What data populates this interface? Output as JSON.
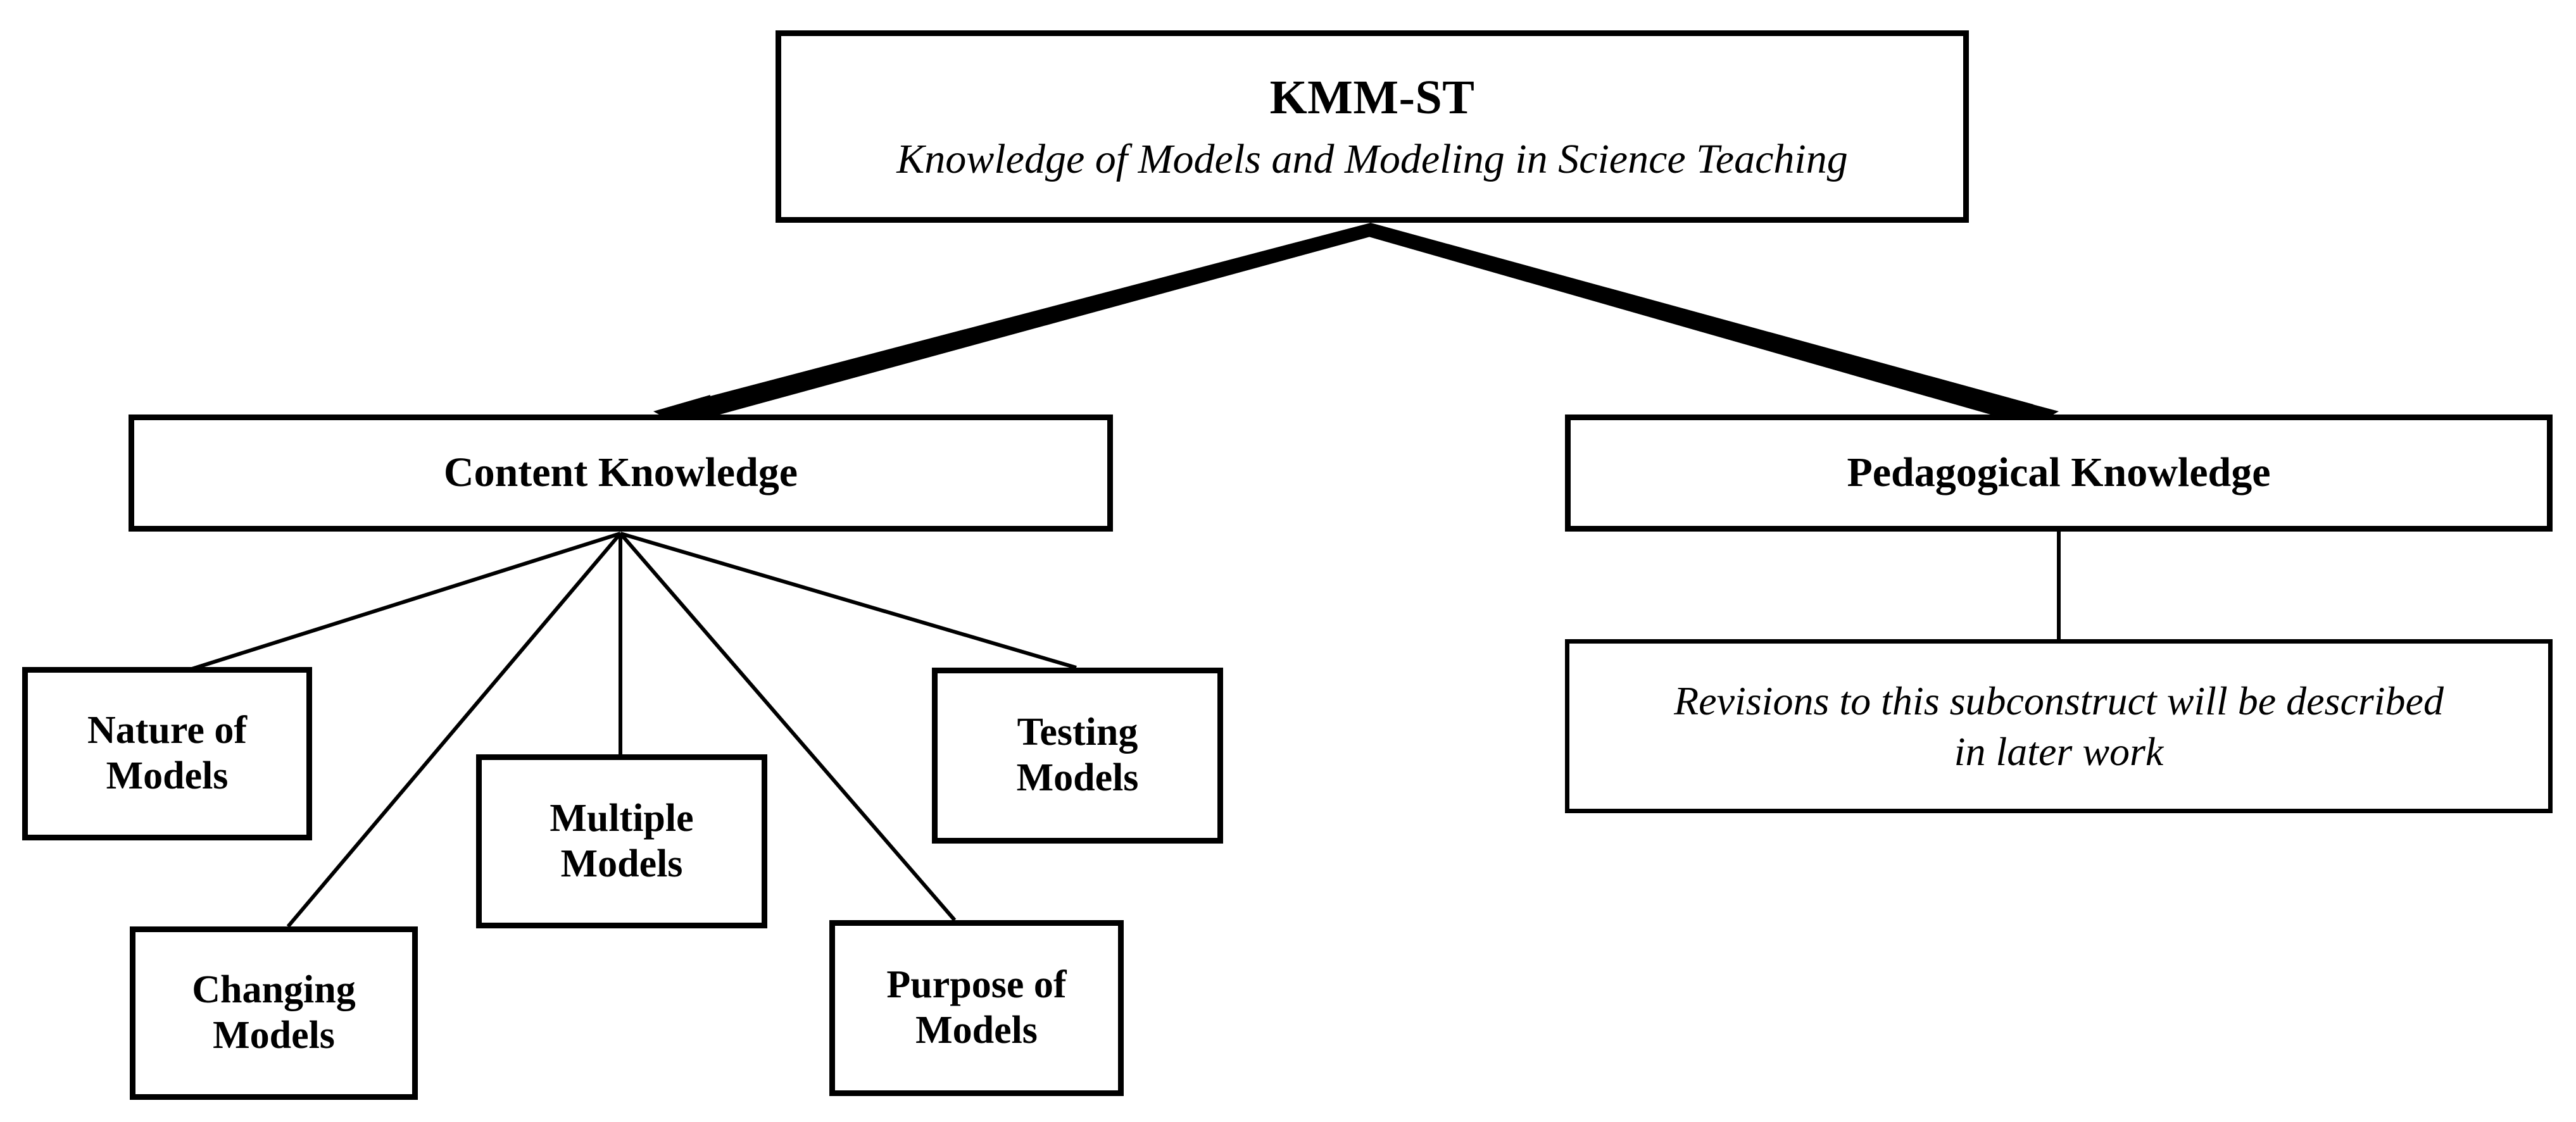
{
  "diagram": {
    "type": "hierarchy-tree",
    "background_color": "#ffffff",
    "line_color": "#000000",
    "root": {
      "id": "kmm-st",
      "title": "KMM-ST",
      "subtitle": "Knowledge of Models and Modeling in Science Teaching"
    },
    "branches": [
      {
        "id": "content-knowledge",
        "label": "Content Knowledge",
        "children": [
          {
            "id": "nature-of-models",
            "line1": "Nature of",
            "line2": "Models"
          },
          {
            "id": "changing-models",
            "line1": "Changing",
            "line2": "Models"
          },
          {
            "id": "multiple-models",
            "line1": "Multiple",
            "line2": "Models"
          },
          {
            "id": "purpose-of-models",
            "line1": "Purpose of",
            "line2": "Models"
          },
          {
            "id": "testing-models",
            "line1": "Testing",
            "line2": "Models"
          }
        ]
      },
      {
        "id": "pedagogical-knowledge",
        "label": "Pedagogical Knowledge",
        "children": [
          {
            "id": "revisions-note",
            "line1": "Revisions to this subconstruct will be described",
            "line2": "in later work"
          }
        ]
      }
    ],
    "connectors": {
      "arrow_style": "solid-filled-triangle",
      "thick_edges": [
        "kmm-st → content-knowledge",
        "kmm-st → pedagogical-knowledge"
      ],
      "thin_edges": [
        "content-knowledge → nature-of-models",
        "content-knowledge → changing-models",
        "content-knowledge → multiple-models",
        "content-knowledge → purpose-of-models",
        "content-knowledge → testing-models",
        "pedagogical-knowledge → revisions-note"
      ]
    }
  }
}
